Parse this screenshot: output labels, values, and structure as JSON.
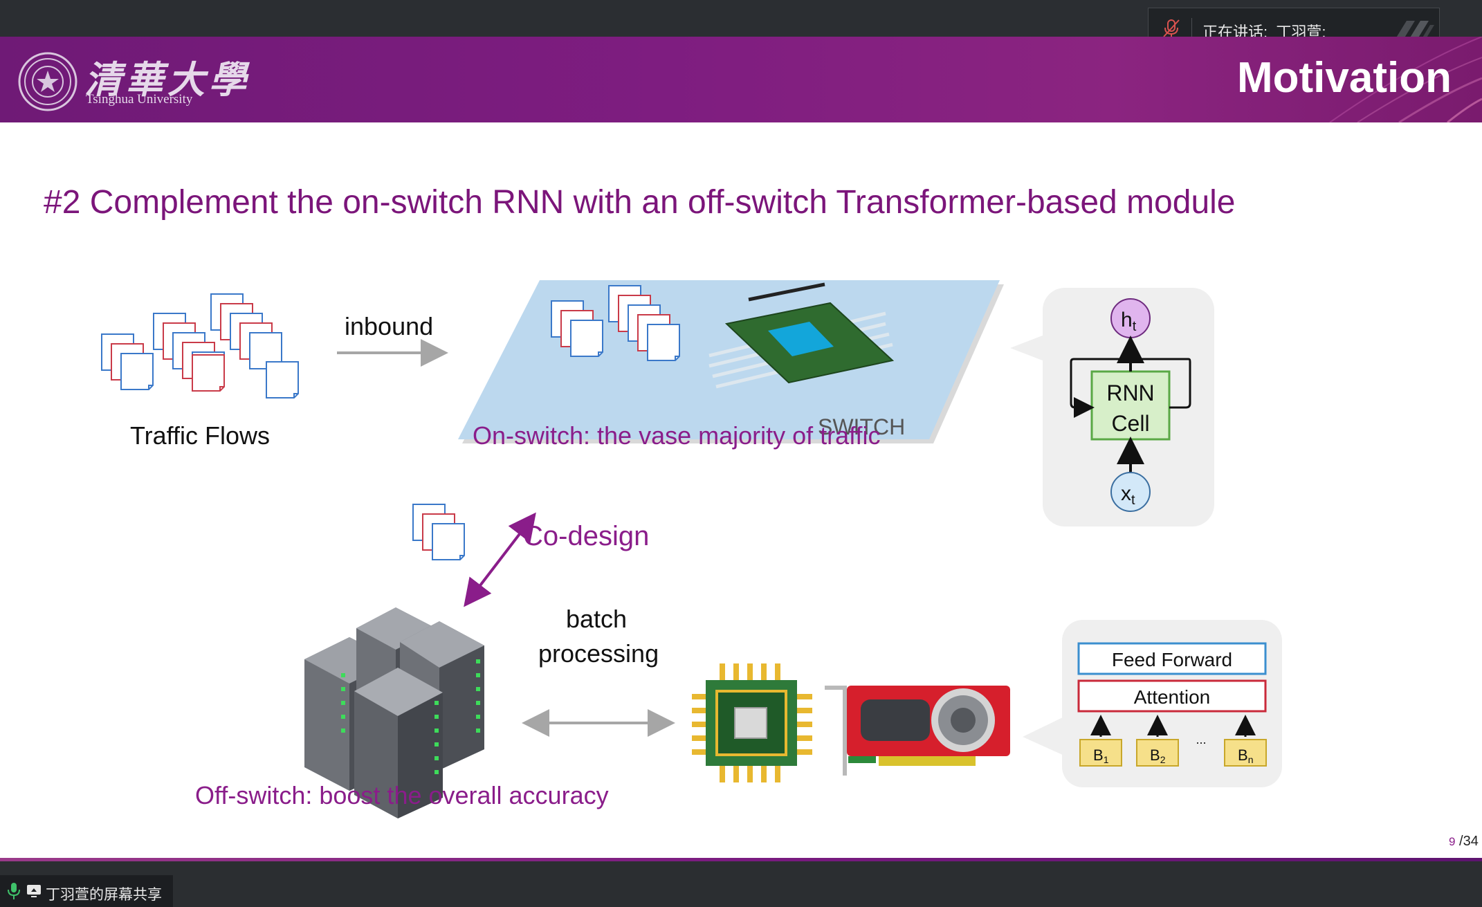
{
  "meeting": {
    "speaking_label": "正在讲话:",
    "speaker": "丁羽萱;",
    "share_status": "丁羽萱的屏幕共享"
  },
  "slide": {
    "university_cn": "清華大學",
    "university_en": "Tsinghua University",
    "section_title": "Motivation",
    "heading": "#2 Complement the on-switch RNN with an off-switch Transformer-based module",
    "labels": {
      "traffic_flows": "Traffic Flows",
      "inbound": "inbound",
      "switch": "SWITCH",
      "on_switch": "On-switch: the vase majority of traffic",
      "co_design": "Co-design",
      "batch_line1": "batch",
      "batch_line2": "processing",
      "off_switch": "Off-switch: boost the overall accuracy"
    },
    "rnn": {
      "output": "h",
      "output_sub": "t",
      "cell_line1": "RNN",
      "cell_line2": "Cell",
      "input": "x",
      "input_sub": "t"
    },
    "transformer": {
      "feed_forward": "Feed Forward",
      "attention": "Attention",
      "batches": [
        {
          "main": "B",
          "sub": "1"
        },
        {
          "main": "B",
          "sub": "2"
        },
        {
          "main": "B",
          "sub": "n"
        }
      ],
      "ellipsis": "..."
    },
    "page": {
      "current": "9",
      "total": "/34"
    },
    "colors": {
      "accent": "#8a1d8a",
      "header": "#7e1d80",
      "flow_blue": "#3a78c9",
      "flow_red": "#c93a48"
    }
  }
}
